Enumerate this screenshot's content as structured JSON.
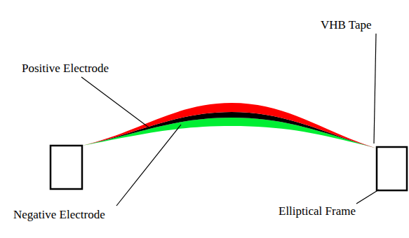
{
  "diagram": {
    "labels": [
      "Positive Electrode",
      "VHB Tape",
      "Negative Electrode",
      "Elliptical Frame"
    ]
  }
}
